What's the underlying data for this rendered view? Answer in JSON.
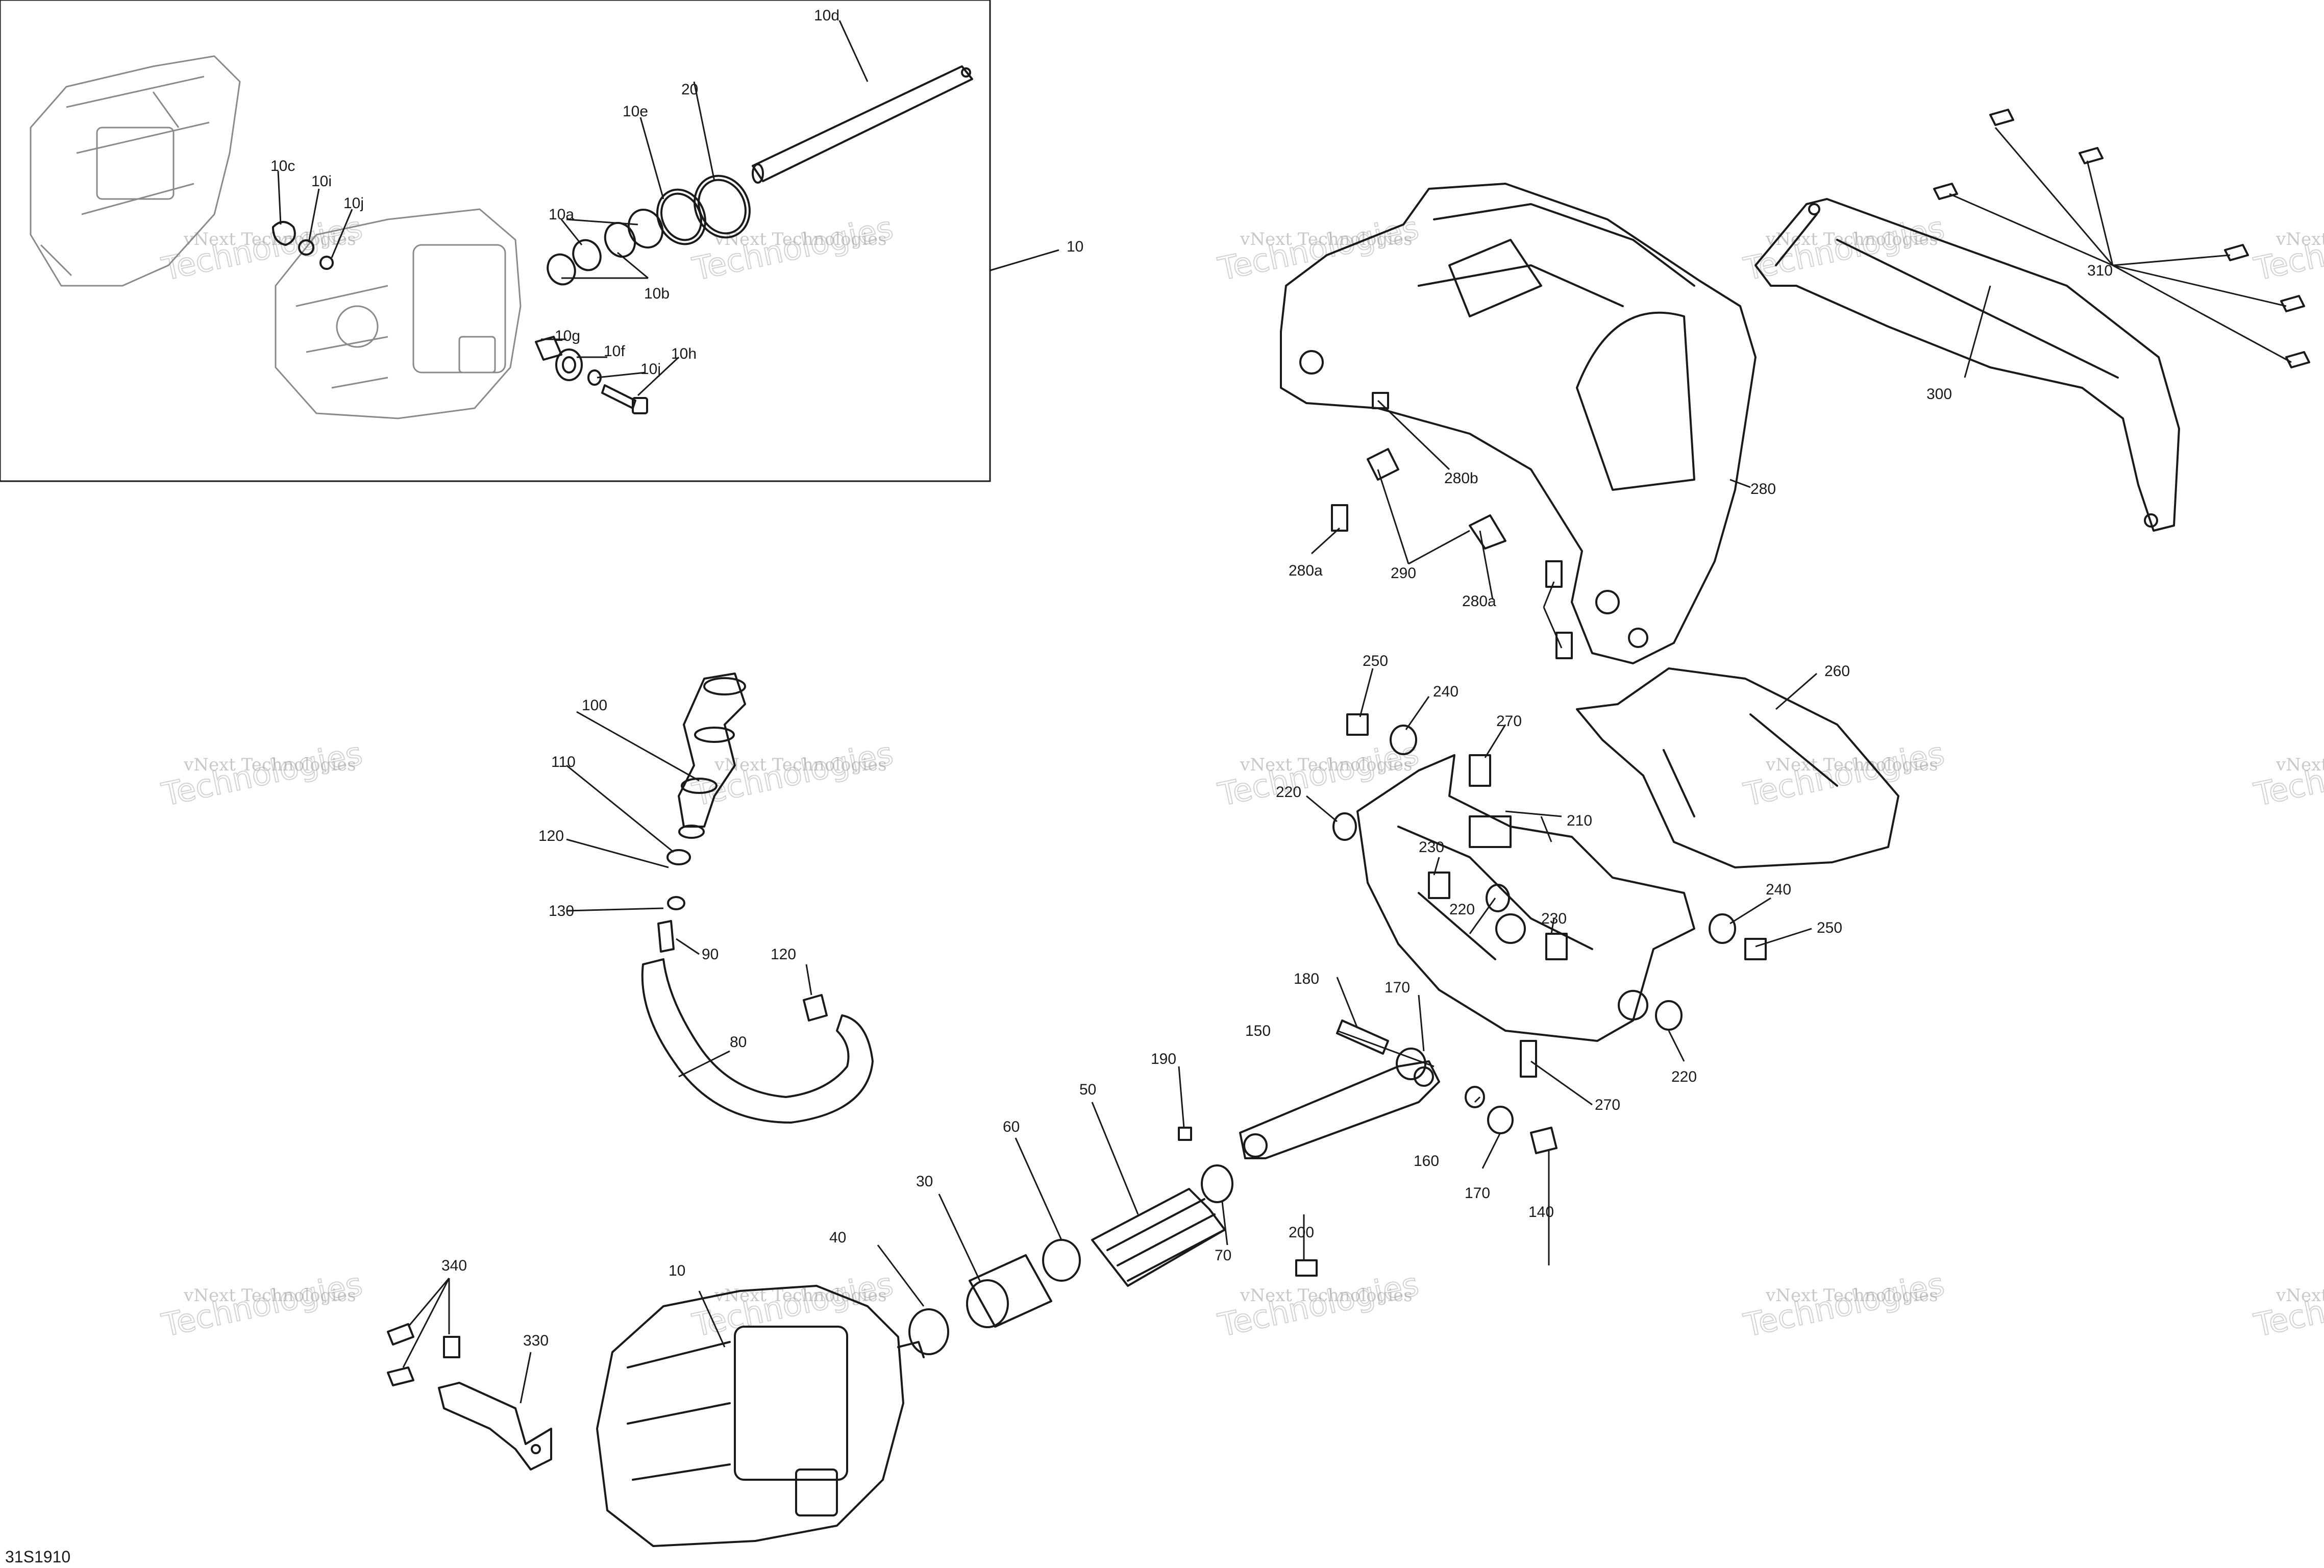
{
  "diagram": {
    "reference_code": "31S1910",
    "watermark_line1": "vNext Technologies",
    "watermark_line2": "Technologies",
    "callouts": {
      "c10_top": "10",
      "c10_main": "10",
      "c10a": "10a",
      "c10b": "10b",
      "c10c": "10c",
      "c10d": "10d",
      "c10e": "10e",
      "c10f": "10f",
      "c10g": "10g",
      "c10h": "10h",
      "c10i": "10i",
      "c10j_top": "10j",
      "c10j_bottom": "10j",
      "c20": "20",
      "c30": "30",
      "c40": "40",
      "c50": "50",
      "c60": "60",
      "c70": "70",
      "c80": "80",
      "c90": "90",
      "c100": "100",
      "c110": "110",
      "c120_a": "120",
      "c120_b": "120",
      "c130": "130",
      "c140": "140",
      "c150": "150",
      "c160": "160",
      "c170_a": "170",
      "c170_b": "170",
      "c180": "180",
      "c190": "190",
      "c200": "200",
      "c210": "210",
      "c220_a": "220",
      "c220_b": "220",
      "c220_c": "220",
      "c230_a": "230",
      "c230_b": "230",
      "c240_a": "240",
      "c240_b": "240",
      "c250_a": "250",
      "c250_b": "250",
      "c260": "260",
      "c270_a": "270",
      "c270_b": "270",
      "c280": "280",
      "c280a_a": "280a",
      "c280a_b": "280a",
      "c280b": "280b",
      "c290": "290",
      "c300": "300",
      "c310": "310",
      "c330": "330",
      "c340": "340"
    }
  }
}
